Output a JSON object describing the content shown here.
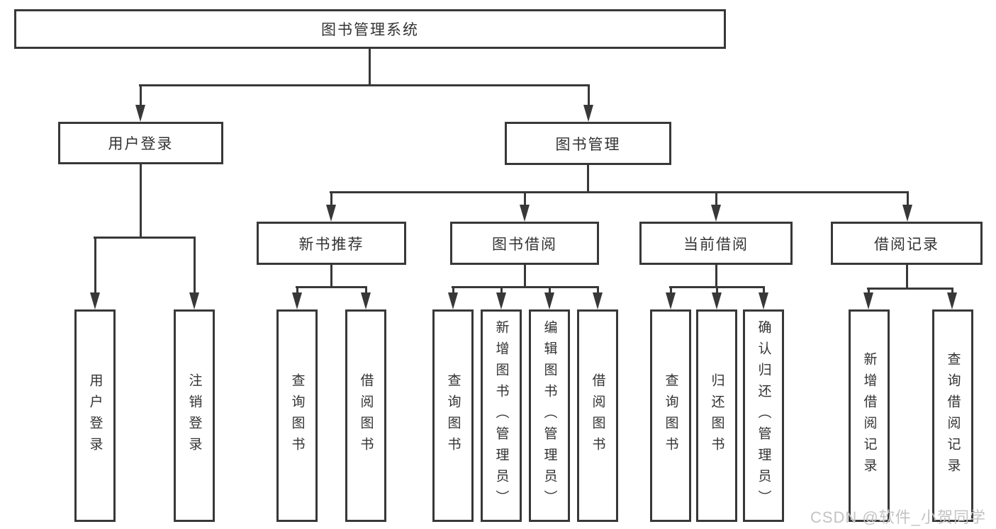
{
  "colors": {
    "line": "#383838",
    "text": "#333333",
    "watermark": "#c3c3c3",
    "background": "#ffffff"
  },
  "watermark": {
    "text": "CSDN @软件_小贺同学"
  },
  "tree": {
    "label": "图书管理系统",
    "children": [
      {
        "label": "用户登录",
        "children": [
          {
            "label": "用户登录"
          },
          {
            "label": "注销登录"
          }
        ]
      },
      {
        "label": "图书管理",
        "children": [
          {
            "label": "新书推荐",
            "children": [
              {
                "label": "查询图书"
              },
              {
                "label": "借阅图书"
              }
            ]
          },
          {
            "label": "图书借阅",
            "children": [
              {
                "label": "查询图书"
              },
              {
                "label": "新增图书（管理员）"
              },
              {
                "label": "编辑图书（管理员）"
              },
              {
                "label": "借阅图书"
              }
            ]
          },
          {
            "label": "当前借阅",
            "children": [
              {
                "label": "查询图书"
              },
              {
                "label": "归还图书"
              },
              {
                "label": "确认归还（管理员）"
              }
            ]
          },
          {
            "label": "借阅记录",
            "children": [
              {
                "label": "新增借阅记录"
              },
              {
                "label": "查询借阅记录"
              }
            ]
          }
        ]
      }
    ]
  }
}
